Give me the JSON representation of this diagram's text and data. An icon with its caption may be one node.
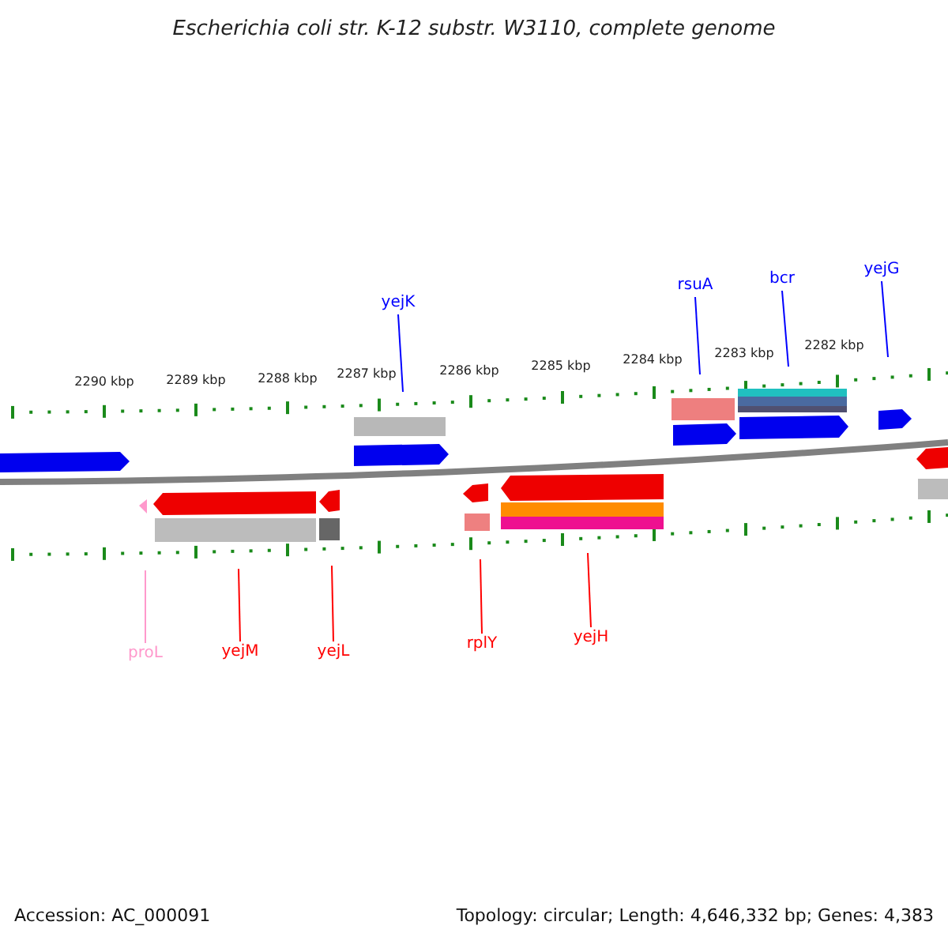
{
  "diagram": {
    "title": "Escherichia coli str. K-12 substr. W3110, complete genome",
    "nodes": [
      {
        "text": [
          "yejK"
        ]
      },
      {
        "text": [
          "rsuA"
        ]
      },
      {
        "text": [
          "bcr"
        ]
      },
      {
        "text": [
          "yejG"
        ]
      },
      {
        "text": [
          "proL"
        ]
      },
      {
        "text": [
          "yejM"
        ]
      },
      {
        "text": [
          "yejL"
        ]
      },
      {
        "text": [
          "rplY"
        ]
      },
      {
        "text": [
          "yejH"
        ]
      }
    ],
    "edges": [
      {
        "from": 0,
        "to": null,
        "arrow": "none",
        "color": "#0000ff"
      },
      {
        "from": 1,
        "to": null,
        "arrow": "none",
        "color": "#0000ff"
      },
      {
        "from": 2,
        "to": null,
        "arrow": "none",
        "color": "#0000ff"
      },
      {
        "from": 3,
        "to": null,
        "arrow": "none",
        "color": "#0000ff"
      },
      {
        "from": 4,
        "to": null,
        "arrow": "none",
        "color": "#ff99cc"
      },
      {
        "from": 5,
        "to": null,
        "arrow": "none",
        "color": "#ff0000"
      },
      {
        "from": 6,
        "to": null,
        "arrow": "none",
        "color": "#ff0000"
      },
      {
        "from": 7,
        "to": null,
        "arrow": "none",
        "color": "#ff0000"
      },
      {
        "from": 8,
        "to": null,
        "arrow": "none",
        "color": "#ff0000"
      }
    ],
    "labels": [
      "2290 kbp",
      "2289 kbp",
      "2288 kbp",
      "2287 kbp",
      "2286 kbp",
      "2285 kbp",
      "2284 kbp",
      "2283 kbp",
      "2282 kbp",
      "Accession: AC_000091",
      "Topology: circular; Length: 4,646,332 bp; Genes: 4,383"
    ]
  }
}
